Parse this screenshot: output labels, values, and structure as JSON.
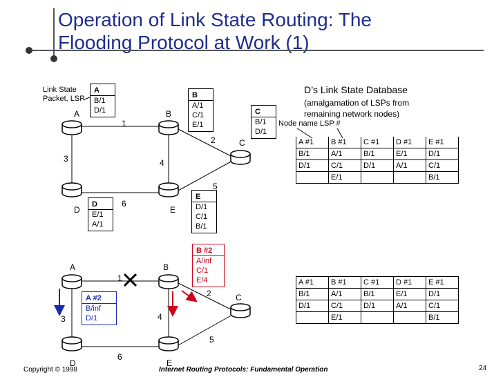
{
  "title": {
    "line1": "Operation of Link State Routing: The",
    "line2": "Flooding Protocol at Work (1)"
  },
  "top": {
    "lsp_caption": [
      "Link State",
      "Packet, LSP"
    ],
    "nodes": {
      "A": "A",
      "B": "B",
      "C": "C",
      "D": "D",
      "E": "E"
    },
    "links": {
      "AB": "1",
      "BC": "2",
      "AD": "3",
      "BE": "4",
      "EC": "5",
      "DE": "6"
    },
    "lsps": {
      "A": {
        "header": "A",
        "lines": [
          "B/1",
          "D/1"
        ]
      },
      "B": {
        "header": "B",
        "lines": [
          "A/1",
          "C/1",
          "E/1"
        ]
      },
      "C": {
        "header": "C",
        "lines": [
          "B/1",
          "D/1"
        ]
      },
      "D": {
        "header": "D",
        "lines": [
          "E/1",
          "A/1"
        ]
      },
      "E": {
        "header": "E",
        "lines": [
          "D/1",
          "C/1",
          "B/1"
        ]
      }
    }
  },
  "database": {
    "title": "D’s Link State Database",
    "subtitle": [
      "(amalgamation of LSPs from",
      "remaining network nodes)"
    ],
    "annotation": "Node name  LSP #",
    "headers": [
      "A  #1",
      "B  #1",
      "C  #1",
      "D  #1",
      "E  #1"
    ],
    "rows": [
      [
        "B/1",
        "A/1",
        "B/1",
        "E/1",
        "D/1"
      ],
      [
        "D/1",
        "C/1",
        "D/1",
        "A/1",
        "C/1"
      ],
      [
        "",
        "E/1",
        "",
        "",
        "B/1"
      ]
    ]
  },
  "bottom": {
    "nodes": {
      "A": "A",
      "B": "B",
      "C": "C",
      "D": "D",
      "E": "E"
    },
    "links": {
      "AB": "1",
      "BC": "2",
      "AD": "3",
      "BE": "4",
      "EC": "5",
      "DE": "6"
    },
    "lsps": {
      "B": {
        "header": "B  #2",
        "lines": [
          "A/inf",
          "C/1",
          "E/4"
        ]
      },
      "A": {
        "header": "A  #2",
        "lines": [
          "B/inf",
          "D/1"
        ]
      }
    },
    "table": {
      "headers": [
        "A  #1",
        "B  #1",
        "C  #1",
        "D  #1",
        "E  #1"
      ],
      "rows": [
        [
          "B/1",
          "A/1",
          "B/1",
          "E/1",
          "D/1"
        ],
        [
          "D/1",
          "C/1",
          "D/1",
          "A/1",
          "C/1"
        ],
        [
          "",
          "E/1",
          "",
          "",
          "B/1"
        ]
      ]
    }
  },
  "footer": {
    "copyright": "Copyright © 1998",
    "course": "Internet Routing Protocols: Fundamental Operation",
    "page": "24"
  },
  "colors": {
    "title": "#1f2d8c",
    "red": "#d0021b",
    "blue": "#1a2ab5",
    "router_fill": "#ffffff"
  }
}
